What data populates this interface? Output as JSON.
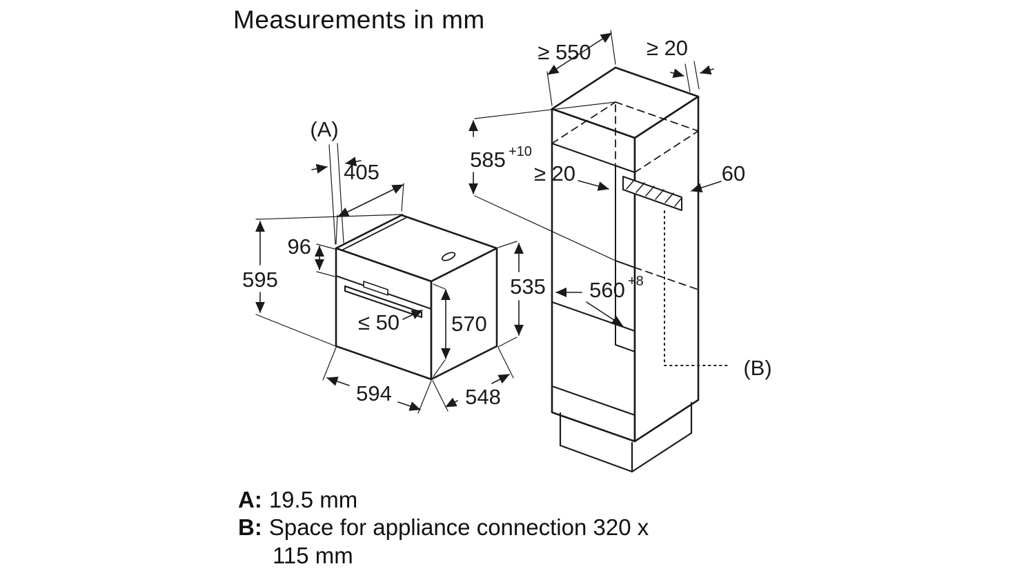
{
  "title": "Measurements in mm",
  "colors": {
    "line": "#1a1a1a",
    "background": "#ffffff"
  },
  "oven_dims": {
    "fascia_ref": "(A)",
    "top_depth": "405",
    "panel_height": "96",
    "height": "595",
    "handle_clearance": "≤ 50",
    "front_height": "570",
    "side_height": "535",
    "width": "594",
    "depth": "548"
  },
  "cabinet_dims": {
    "cabinet_depth": "≥ 550",
    "rear_gap": "≥ 20",
    "niche_height": "585",
    "niche_height_tolerance": "+10",
    "vent_gap": "≥ 20",
    "vent_depth": "60",
    "niche_depth": "560",
    "niche_depth_tolerance": "+8",
    "connection_ref": "(B)"
  },
  "legend": {
    "a_key": "A:",
    "a_value": "19.5 mm",
    "b_key": "B:",
    "b_value": "Space for appliance connection 320 x",
    "b_value_cont": "115 mm"
  }
}
